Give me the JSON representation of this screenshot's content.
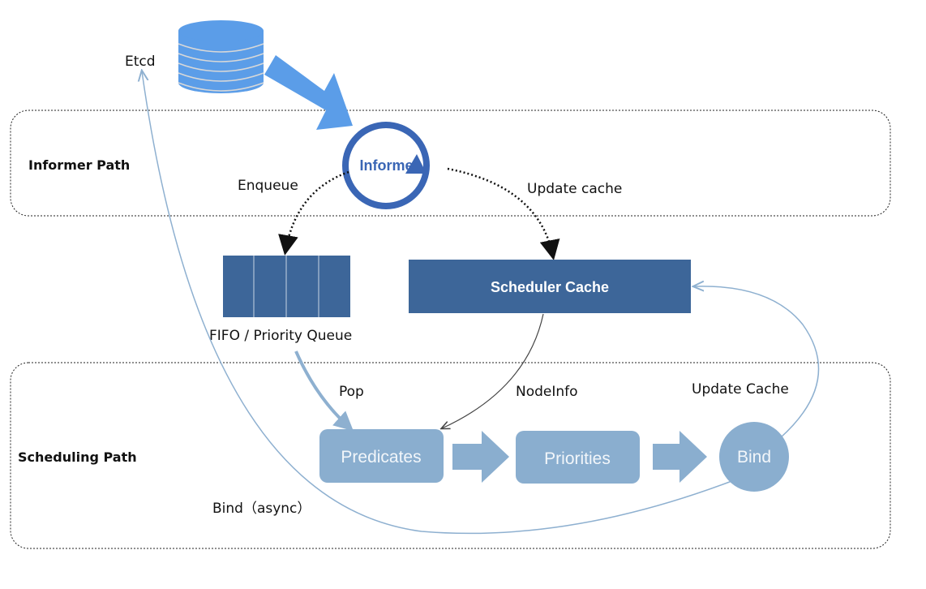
{
  "etcd": {
    "label": "Etcd"
  },
  "informer_path": {
    "label": "Informer Path"
  },
  "informer": {
    "label": "Informer"
  },
  "edges": {
    "enqueue": "Enqueue",
    "update_cache_top": "Update cache",
    "pop": "Pop",
    "nodeinfo": "NodeInfo",
    "update_cache_bottom": "Update Cache",
    "bind_async": "Bind（async）"
  },
  "queue": {
    "label": "FIFO / Priority  Queue"
  },
  "scheduler_cache": {
    "label": "Scheduler Cache"
  },
  "scheduling_path": {
    "label": "Scheduling Path"
  },
  "stages": {
    "predicates": "Predicates",
    "priorities": "Priorities",
    "bind": "Bind"
  },
  "colors": {
    "db_blue": "#5b9de8",
    "dark_blue": "#3d6699",
    "informer_blue": "#3a66b5",
    "stage_blue": "#8aaecf",
    "line_blue": "#8eb0d0"
  }
}
